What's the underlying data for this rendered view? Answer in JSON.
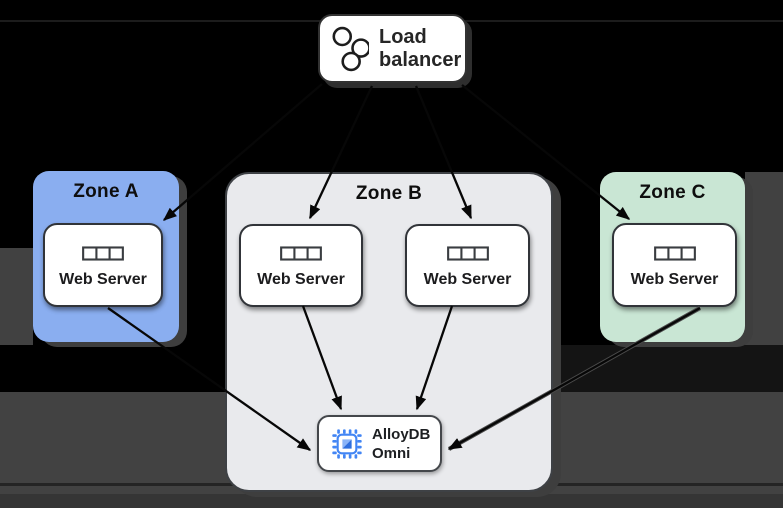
{
  "diagram": {
    "load_balancer": {
      "label": "Load balancer",
      "icon": "three-circles-icon"
    },
    "zones": [
      {
        "title": "Zone A",
        "color": "#8AAEF0",
        "servers": [
          "Web Server"
        ]
      },
      {
        "title": "Zone B",
        "color": "#E9EAED",
        "servers": [
          "Web Server",
          "Web Server"
        ]
      },
      {
        "title": "Zone C",
        "color": "#C9E6D4",
        "servers": [
          "Web Server"
        ]
      }
    ],
    "database": {
      "label": "AlloyDB Omni",
      "icon": "chip-icon",
      "icon_color": "#4285F4"
    },
    "connections": [
      "load-balancer -> zone-a-web-server",
      "load-balancer -> zone-b-web-server-1",
      "load-balancer -> zone-b-web-server-2",
      "load-balancer -> zone-c-web-server",
      "zone-a-web-server -> alloydb-omni",
      "zone-b-web-server-1 -> alloydb-omni",
      "zone-b-web-server-2 -> alloydb-omni",
      "zone-c-web-server -> alloydb-omni"
    ],
    "colors": {
      "background": "#000000",
      "background_gray": "#424242",
      "zone_a_fill": "#8AAEF0",
      "zone_b_fill": "#E9EAED",
      "zone_c_fill": "#C9E6D4",
      "box_fill": "#FFFFFF",
      "arrow": "#070707",
      "chip_blue": "#4285F4"
    }
  }
}
